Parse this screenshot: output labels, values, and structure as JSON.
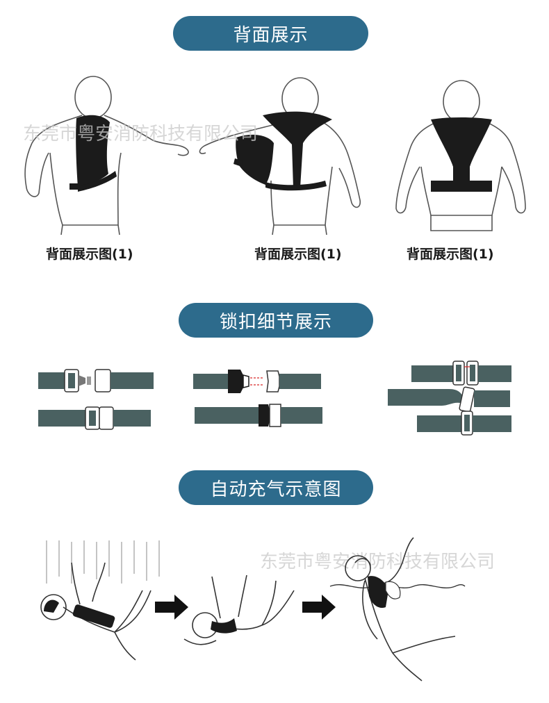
{
  "headings": {
    "back": "背面展示",
    "buckle": "锁扣细节展示",
    "inflate": "自动充气示意图"
  },
  "captions": [
    "背面展示图(1)",
    "背面展示图(1)",
    "背面展示图(1)"
  ],
  "watermark": "东莞市粤安消防科技有限公司",
  "colors": {
    "accent": "#2d6b8c",
    "strap": "#4a6161",
    "vest": "#1b1b1b"
  }
}
